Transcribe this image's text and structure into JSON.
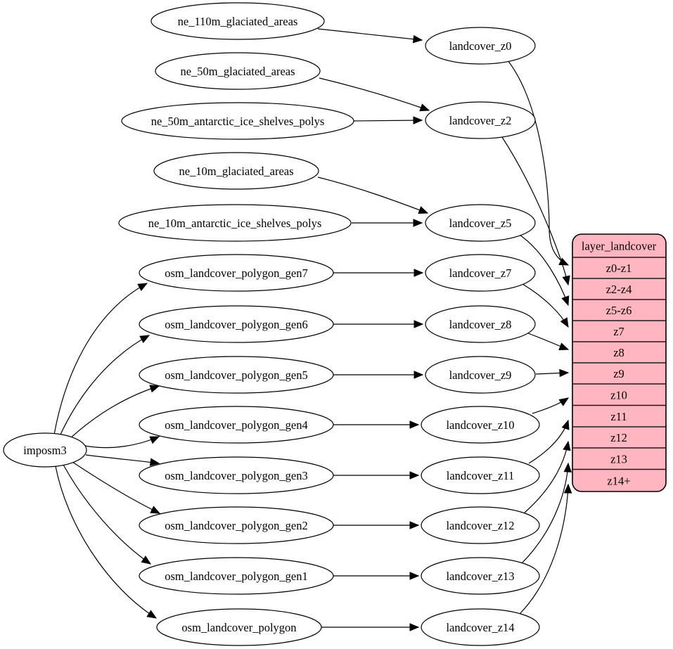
{
  "importer": {
    "label": "imposm3"
  },
  "sources": [
    "ne_110m_glaciated_areas",
    "ne_50m_glaciated_areas",
    "ne_50m_antarctic_ice_shelves_polys",
    "ne_10m_glaciated_areas",
    "ne_10m_antarctic_ice_shelves_polys",
    "osm_landcover_polygon_gen7",
    "osm_landcover_polygon_gen6",
    "osm_landcover_polygon_gen5",
    "osm_landcover_polygon_gen4",
    "osm_landcover_polygon_gen3",
    "osm_landcover_polygon_gen2",
    "osm_landcover_polygon_gen1",
    "osm_landcover_polygon"
  ],
  "stages": [
    "landcover_z0",
    "landcover_z2",
    "landcover_z5",
    "landcover_z7",
    "landcover_z8",
    "landcover_z9",
    "landcover_z10",
    "landcover_z11",
    "landcover_z12",
    "landcover_z13",
    "landcover_z14"
  ],
  "table": {
    "title": "layer_landcover",
    "rows": [
      "z0-z1",
      "z2-z4",
      "z5-z6",
      "z7",
      "z8",
      "z9",
      "z10",
      "z11",
      "z12",
      "z13",
      "z14+"
    ]
  },
  "colors": {
    "table_fill": "#ffb6c1",
    "node_fill": "#ffffff",
    "stroke": "#000000"
  },
  "edges": [
    {
      "from": "ne_110m_glaciated_areas",
      "to": "landcover_z0"
    },
    {
      "from": "ne_50m_glaciated_areas",
      "to": "landcover_z2"
    },
    {
      "from": "ne_50m_antarctic_ice_shelves_polys",
      "to": "landcover_z2"
    },
    {
      "from": "ne_10m_glaciated_areas",
      "to": "landcover_z5"
    },
    {
      "from": "ne_10m_antarctic_ice_shelves_polys",
      "to": "landcover_z5"
    },
    {
      "from": "osm_landcover_polygon_gen7",
      "to": "landcover_z7"
    },
    {
      "from": "osm_landcover_polygon_gen6",
      "to": "landcover_z8"
    },
    {
      "from": "osm_landcover_polygon_gen5",
      "to": "landcover_z9"
    },
    {
      "from": "osm_landcover_polygon_gen4",
      "to": "landcover_z10"
    },
    {
      "from": "osm_landcover_polygon_gen3",
      "to": "landcover_z11"
    },
    {
      "from": "osm_landcover_polygon_gen2",
      "to": "landcover_z12"
    },
    {
      "from": "osm_landcover_polygon_gen1",
      "to": "landcover_z13"
    },
    {
      "from": "osm_landcover_polygon",
      "to": "landcover_z14"
    },
    {
      "from": "imposm3",
      "to": "osm_landcover_polygon_gen7"
    },
    {
      "from": "imposm3",
      "to": "osm_landcover_polygon_gen6"
    },
    {
      "from": "imposm3",
      "to": "osm_landcover_polygon_gen5"
    },
    {
      "from": "imposm3",
      "to": "osm_landcover_polygon_gen4"
    },
    {
      "from": "imposm3",
      "to": "osm_landcover_polygon_gen3"
    },
    {
      "from": "imposm3",
      "to": "osm_landcover_polygon_gen2"
    },
    {
      "from": "imposm3",
      "to": "osm_landcover_polygon_gen1"
    },
    {
      "from": "imposm3",
      "to": "osm_landcover_polygon"
    },
    {
      "from": "landcover_z0",
      "to": "layer_landcover.z0-z1"
    },
    {
      "from": "landcover_z2",
      "to": "layer_landcover.z2-z4"
    },
    {
      "from": "landcover_z5",
      "to": "layer_landcover.z5-z6"
    },
    {
      "from": "landcover_z7",
      "to": "layer_landcover.z7"
    },
    {
      "from": "landcover_z8",
      "to": "layer_landcover.z8"
    },
    {
      "from": "landcover_z9",
      "to": "layer_landcover.z9"
    },
    {
      "from": "landcover_z10",
      "to": "layer_landcover.z10"
    },
    {
      "from": "landcover_z11",
      "to": "layer_landcover.z11"
    },
    {
      "from": "landcover_z12",
      "to": "layer_landcover.z12"
    },
    {
      "from": "landcover_z13",
      "to": "layer_landcover.z13"
    },
    {
      "from": "landcover_z14",
      "to": "layer_landcover.z14+"
    }
  ]
}
